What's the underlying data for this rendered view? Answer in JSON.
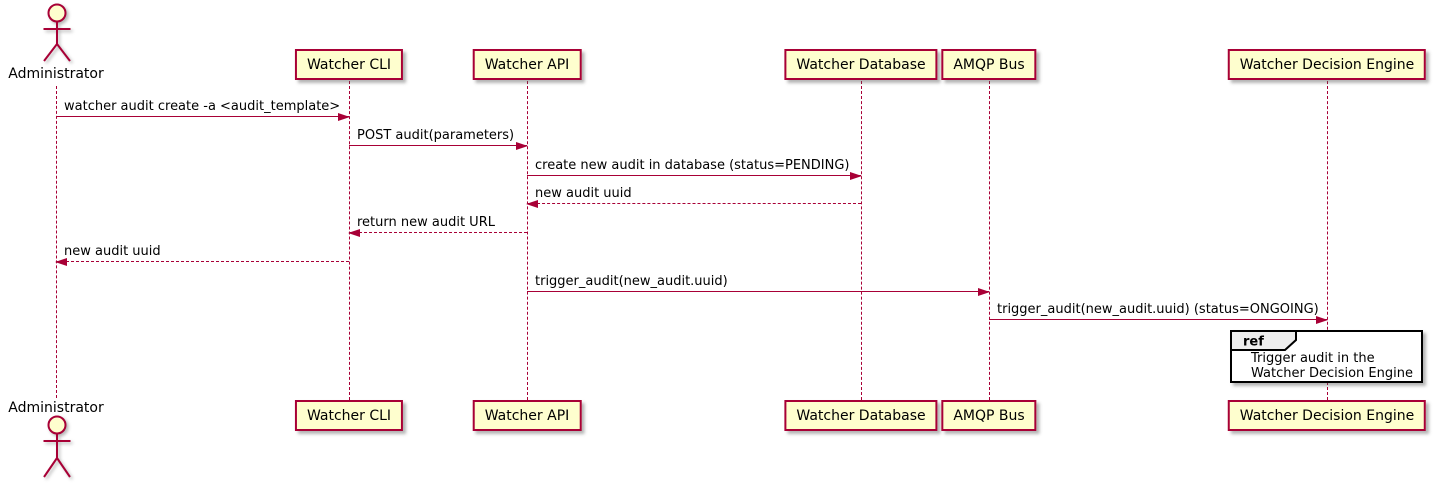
{
  "diagram": {
    "type": "sequence",
    "actor": {
      "name": "Administrator"
    },
    "participants": [
      {
        "label": "Watcher CLI"
      },
      {
        "label": "Watcher API"
      },
      {
        "label": "Watcher Database"
      },
      {
        "label": "AMQP Bus"
      },
      {
        "label": "Watcher Decision Engine"
      }
    ],
    "messages": [
      {
        "label": "watcher audit create -a <audit_template>",
        "from": "Administrator",
        "to": "Watcher CLI",
        "line": "solid",
        "direction": "right"
      },
      {
        "label": "POST audit(parameters)",
        "from": "Watcher CLI",
        "to": "Watcher API",
        "line": "solid",
        "direction": "right"
      },
      {
        "label": "create new audit in database (status=PENDING)",
        "from": "Watcher API",
        "to": "Watcher Database",
        "line": "solid",
        "direction": "right"
      },
      {
        "label": "new audit uuid",
        "from": "Watcher Database",
        "to": "Watcher API",
        "line": "dashed",
        "direction": "left"
      },
      {
        "label": "return new audit URL",
        "from": "Watcher API",
        "to": "Watcher CLI",
        "line": "dashed",
        "direction": "left"
      },
      {
        "label": "new audit uuid",
        "from": "Watcher CLI",
        "to": "Administrator",
        "line": "dashed",
        "direction": "left"
      },
      {
        "label": "trigger_audit(new_audit.uuid)",
        "from": "Watcher API",
        "to": "AMQP Bus",
        "line": "solid",
        "direction": "right"
      },
      {
        "label": "trigger_audit(new_audit.uuid) (status=ONGOING)",
        "from": "AMQP Bus",
        "to": "Watcher Decision Engine",
        "line": "solid",
        "direction": "right"
      }
    ],
    "ref": {
      "keyword": "ref",
      "lines": [
        "Trigger audit in the",
        "Watcher Decision Engine"
      ]
    },
    "colors": {
      "accent": "#A80036",
      "participant_fill": "#FEFECE",
      "ref_border": "#000000",
      "ref_tag_fill": "#EEEEEE",
      "background": "#FFFFFF"
    }
  }
}
